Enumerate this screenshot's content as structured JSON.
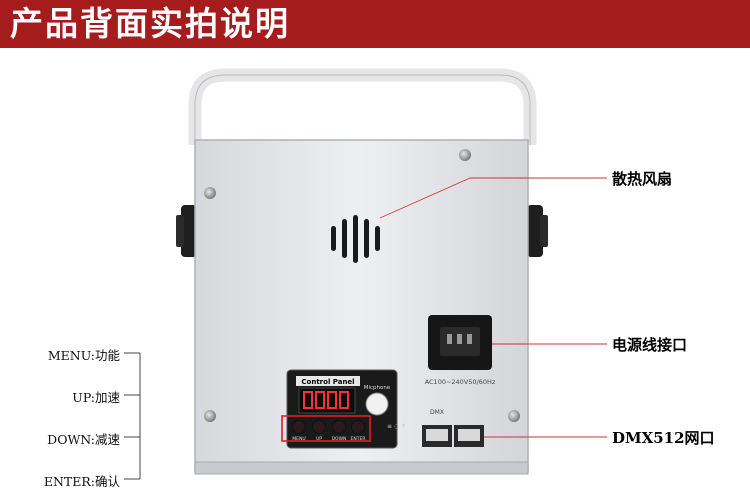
{
  "banner": {
    "title": "产品背面实拍说明"
  },
  "callouts": {
    "fan": "散热风扇",
    "power": "电源线接口",
    "dmx": "DMX512网口"
  },
  "buttons_legend": {
    "menu": "MENU:功能",
    "up": "UP:加速",
    "down": "DOWN:减速",
    "enter": "ENTER:确认"
  },
  "device": {
    "panel_title": "Control Panel",
    "mic_label": "Micphone",
    "button_labels": [
      "MENU",
      "UP",
      "DOWN",
      "ENTER"
    ],
    "power_rating": "AC100~240V50/60Hz",
    "dmx_label": "DMX"
  },
  "colors": {
    "banner": "#a61c1c",
    "leader_line": "#d23030",
    "panel_highlight": "#e02020"
  }
}
